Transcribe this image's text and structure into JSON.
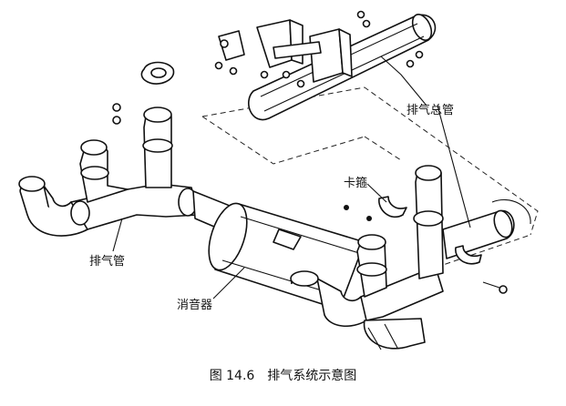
{
  "labels": {
    "main_pipe": "排气总管",
    "clamp": "卡箍",
    "exhaust_pipe": "排气管",
    "muffler": "消音器"
  },
  "caption": "图 14.6　排气系统示意图"
}
